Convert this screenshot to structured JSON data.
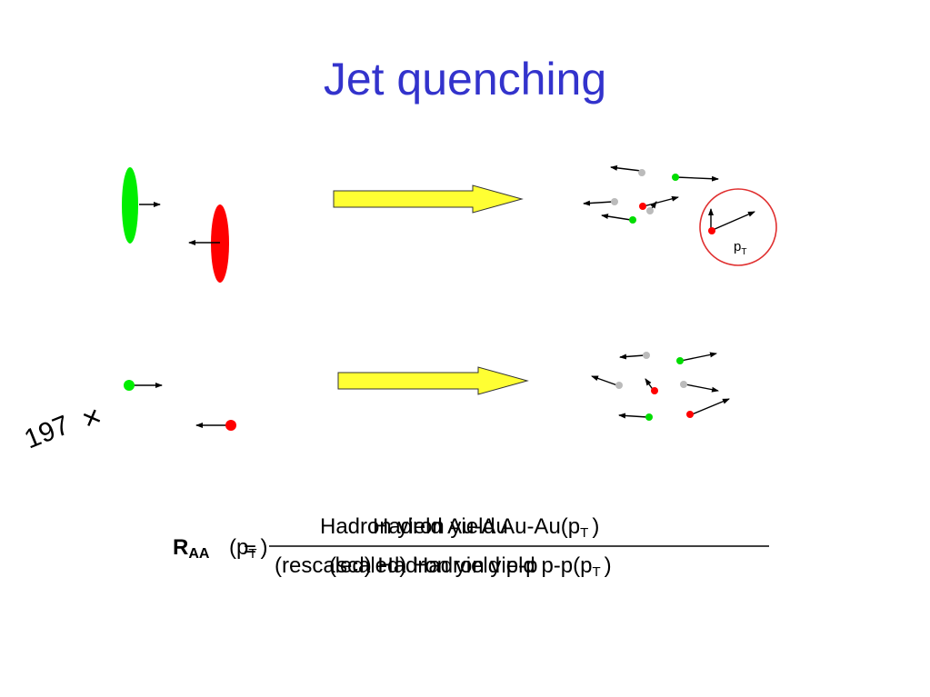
{
  "title": "Jet quenching",
  "label_pt": "p",
  "label_pt_sub": "T",
  "multiplier": "197",
  "multiplier_symbol": "×",
  "formula": {
    "lhs_symbol": "R",
    "lhs_sub": "AA",
    "lhs_open": "(p",
    "lhs_sub_t": "T",
    "lhs_close": ")",
    "equals": "=",
    "num_overlap_a": "Hadron yield Au-Au",
    "num_overlap_b": "Hadron yield Au-Au(p",
    "num_sub": "T",
    "num_close": ")",
    "den_overlap_a": "(rescaled) Hadron yield p-p",
    "den_overlap_b": "(scaled) Hadron yield p-p(p",
    "den_sub": "T",
    "den_close": ")"
  },
  "colors": {
    "title": "#3333cc",
    "green": "#00ee00",
    "red": "#ff0000",
    "gray": "#bbbbbb",
    "arrow_fill": "#ffff33",
    "circle": "#e03030"
  }
}
